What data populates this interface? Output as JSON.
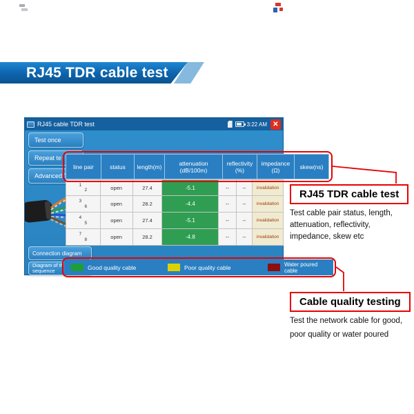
{
  "banner": {
    "title": "RJ45 TDR cable test"
  },
  "device": {
    "titlebar": {
      "title": "RJ45 cable TDR test",
      "time": "3:22 AM",
      "close_glyph": "✕"
    },
    "side_buttons": [
      {
        "label": "Test once"
      },
      {
        "label": "Repeat te"
      },
      {
        "label": "Advanced T"
      }
    ],
    "table": {
      "headers": [
        {
          "l1": "line pair",
          "l2": ""
        },
        {
          "l1": "status",
          "l2": ""
        },
        {
          "l1": "length(m)",
          "l2": ""
        },
        {
          "l1": "attenuation",
          "l2": "(dB/100m)"
        },
        {
          "l1": "reflectivity",
          "l2": "(%)"
        },
        {
          "l1": "impedance",
          "l2": "(Ω)"
        },
        {
          "l1": "skew(ns)",
          "l2": ""
        }
      ],
      "rows": [
        {
          "pair_a": "1",
          "pair_b": "2",
          "status": "open",
          "length": "27.4",
          "attenuation": "-5.1",
          "reflectivity": "--",
          "impedance": "--",
          "skew": "invalidation"
        },
        {
          "pair_a": "3",
          "pair_b": "6",
          "status": "open",
          "length": "28.2",
          "attenuation": "-4.4",
          "reflectivity": "--",
          "impedance": "--",
          "skew": "invalidation"
        },
        {
          "pair_a": "4",
          "pair_b": "5",
          "status": "open",
          "length": "27.4",
          "attenuation": "-5.1",
          "reflectivity": "--",
          "impedance": "--",
          "skew": "invalidation"
        },
        {
          "pair_a": "7",
          "pair_b": "8",
          "status": "open",
          "length": "28.2",
          "attenuation": "-4.8",
          "reflectivity": "--",
          "impedance": "--",
          "skew": "invalidation"
        }
      ],
      "attenuation_cell_color": "#2f9e52",
      "header_color": "#2a7fc2"
    },
    "bottom_buttons": {
      "connection": "Connection diagram",
      "diagram_line1": "Diagram of th",
      "diagram_line2": "sequence"
    },
    "legend": {
      "items": [
        {
          "label": "Good quality cable",
          "color": "#1f9d3a"
        },
        {
          "label": "Poor quality cable",
          "color": "#ddd200"
        },
        {
          "label": "Water poured cable",
          "color": "#8f0d0d"
        }
      ]
    },
    "wire_colors": [
      "#e87a1e",
      "#2f9e3a",
      "#2350c8",
      "#7a4a1e"
    ]
  },
  "annotations": {
    "callout_color": "#e60000",
    "box1_title": "RJ45 TDR cable test",
    "box1_body": "Test cable pair status, length, attenuation, reflectivity, impedance, skew etc",
    "box2_title": "Cable quality testing",
    "box2_body": "Test the network cable for good, poor quality or water poured"
  }
}
